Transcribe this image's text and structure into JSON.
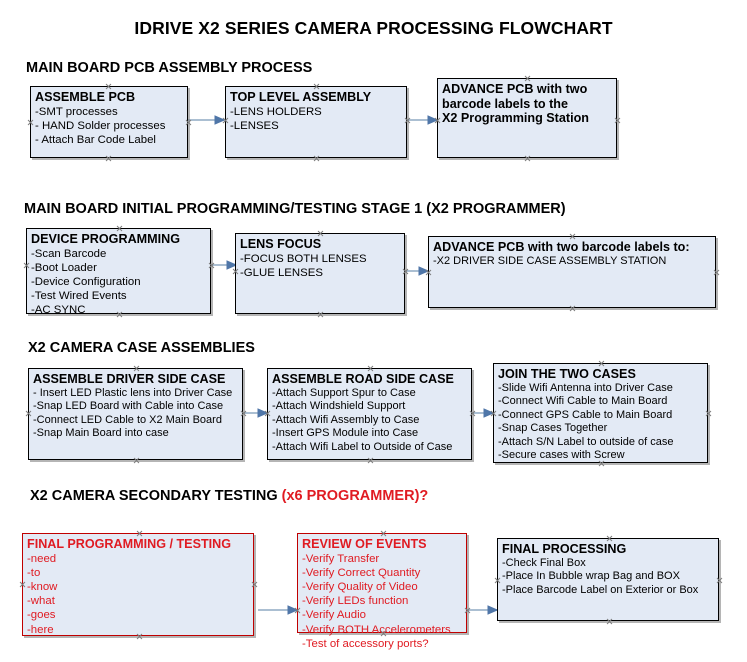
{
  "document": {
    "title": "IDRIVE X2  SERIES CAMERA PROCESSING FLOWCHART",
    "accent_red": "#e01b22",
    "node_fill": "#e3eaf5",
    "connector_color": "#8faac4"
  },
  "sections": [
    {
      "id": "main-board-pcb-assembly-process",
      "heading": "MAIN BOARD PCB ASSEMBLY PROCESS",
      "heading_accent": "",
      "nodes": [
        {
          "id": "assemble-pcb",
          "title": "ASSEMBLE PCB",
          "lines": [
            "-SMT processes",
            "- HAND Solder processes",
            "- Attach Bar Code Label"
          ]
        },
        {
          "id": "top-level-assembly",
          "title": "TOP LEVEL ASSEMBLY",
          "lines": [
            "-LENS HOLDERS",
            "-LENSES"
          ]
        },
        {
          "id": "advance-pcb-to-x2-programming-station",
          "title": "ADVANCE PCB with two",
          "title_lines": [
            "ADVANCE PCB with two",
            "barcode labels to the",
            " X2 Programming Station"
          ],
          "lines": []
        }
      ]
    },
    {
      "id": "main-board-initial-programming-testing-stage-1",
      "heading": "MAIN BOARD INITIAL PROGRAMMING/TESTING STAGE 1 (X2 PROGRAMMER)",
      "heading_accent": "",
      "nodes": [
        {
          "id": "device-programming",
          "title": "DEVICE PROGRAMMING",
          "lines": [
            "-Scan Barcode",
            "-Boot Loader",
            "-Device Configuration",
            "-Test Wired Events",
            "-AC SYNC"
          ]
        },
        {
          "id": "lens-focus",
          "title": "LENS FOCUS",
          "lines": [
            "-FOCUS BOTH LENSES",
            "-GLUE LENSES"
          ]
        },
        {
          "id": "advance-pcb-to-driver-side-case-assembly",
          "title": "ADVANCE PCB with two barcode labels to:",
          "lines": [
            "-X2 DRIVER  SIDE  CASE  ASSEMBLY STATION"
          ]
        }
      ]
    },
    {
      "id": "x2-camera-case-assemblies",
      "heading": "X2 CAMERA CASE ASSEMBLIES",
      "heading_accent": "",
      "nodes": [
        {
          "id": "assemble-driver-side-case",
          "title": "ASSEMBLE DRIVER SIDE CASE",
          "lines": [
            "- Insert LED Plastic lens into Driver Case",
            "-Snap LED Board with Cable into Case",
            "-Connect LED Cable to X2 Main Board",
            "-Snap Main Board into case"
          ]
        },
        {
          "id": "assemble-road-side-case",
          "title": "ASSEMBLE ROAD SIDE CASE",
          "lines": [
            "-Attach Support Spur to Case",
            "-Attach Windshield Support",
            "-Attach Wifi Assembly to Case",
            "-Insert GPS Module into Case",
            "-Attach Wifi Label to Outside of Case"
          ]
        },
        {
          "id": "join-the-two-cases",
          "title": "JOIN THE TWO CASES",
          "lines": [
            "-Slide Wifi Antenna into Driver Case",
            "-Connect Wifi Cable to Main Board",
            "-Connect GPS Cable to Main Board",
            "-Snap Cases Together",
            "-Attach S/N Label to outside of case",
            "-Secure cases with Screw"
          ]
        }
      ]
    },
    {
      "id": "x2-camera-secondary-testing",
      "heading": "X2 CAMERA SECONDARY TESTING ",
      "heading_accent": "(x6 PROGRAMMER)?",
      "nodes": [
        {
          "id": "final-programming-testing",
          "title": "FINAL PROGRAMMING / TESTING",
          "lines": [
            "-need",
            "-to",
            "-know",
            "-what",
            "-goes",
            "-here"
          ]
        },
        {
          "id": "review-of-events",
          "title": "REVIEW OF EVENTS",
          "lines": [
            "-Verify Transfer",
            "-Verify Correct Quantity",
            "-Verify Quality of Video",
            "-Verify LEDs function",
            "-Verify Audio",
            "-Verify BOTH Accelerometers",
            "-Test of accessory ports?"
          ]
        },
        {
          "id": "final-processing",
          "title": "FINAL PROCESSING",
          "lines": [
            " -Check Final Box",
            "-Place In Bubble wrap Bag and BOX",
            "-Place Barcode Label on Exterior or Box"
          ]
        }
      ]
    }
  ]
}
